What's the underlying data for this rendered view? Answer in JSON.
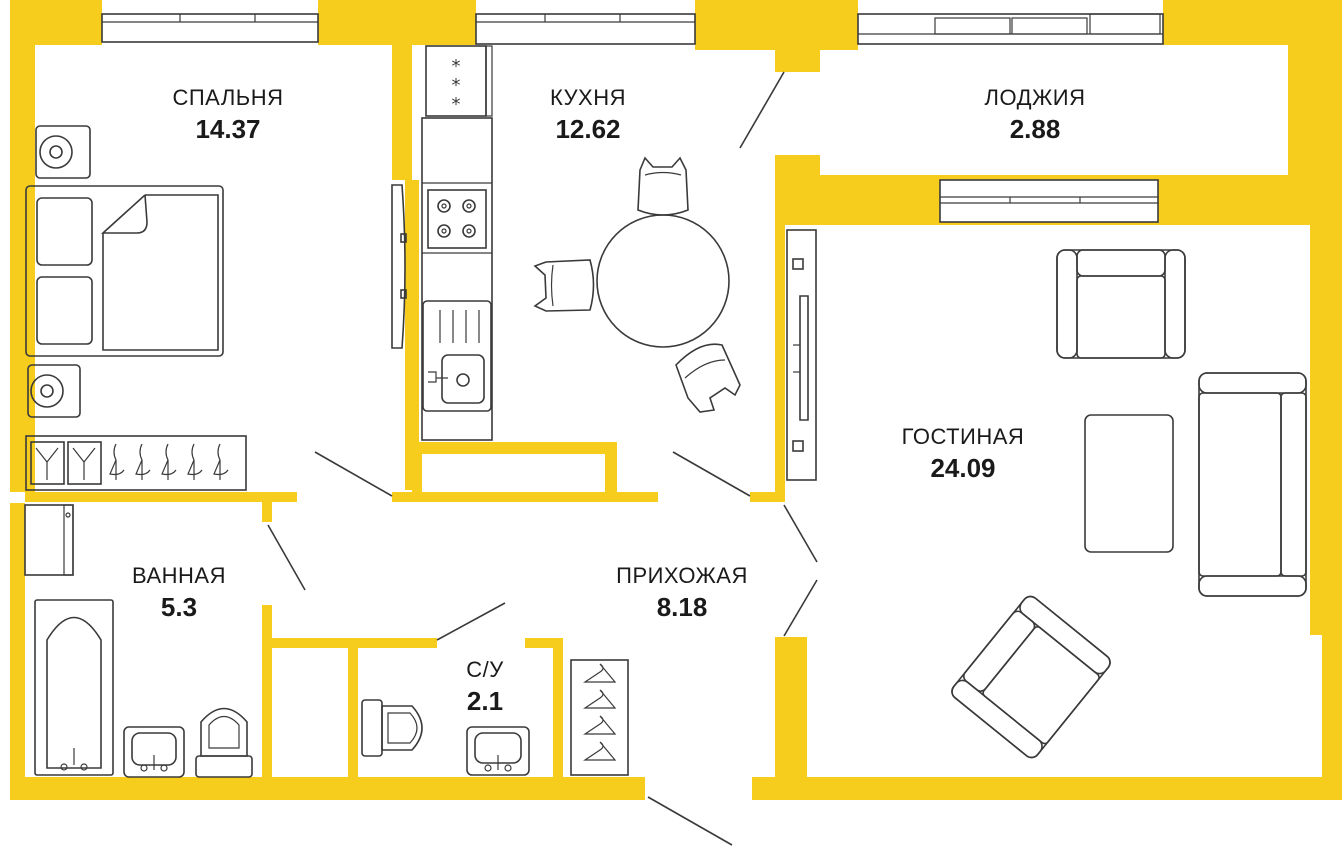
{
  "colors": {
    "wall": "#f6cc1d",
    "line": "#3a3a3a",
    "background": "#ffffff"
  },
  "rooms": {
    "bedroom": {
      "name": "СПАЛЬНЯ",
      "area": "14.37"
    },
    "kitchen": {
      "name": "КУХНЯ",
      "area": "12.62"
    },
    "loggia": {
      "name": "ЛОДЖИЯ",
      "area": "2.88"
    },
    "living": {
      "name": "ГОСТИНАЯ",
      "area": "24.09"
    },
    "bathroom": {
      "name": "ВАННАЯ",
      "area": "5.3"
    },
    "hallway": {
      "name": "ПРИХОЖАЯ",
      "area": "8.18"
    },
    "wc": {
      "name": "С/У",
      "area": "2.1"
    }
  },
  "icons": [
    "bed-icon",
    "nightstand-icon",
    "wardrobe-icon",
    "stove-icon",
    "sink-icon",
    "table-icon",
    "chair-icon",
    "armchair-icon",
    "sofa-icon",
    "bathtub-icon",
    "toilet-icon",
    "tv-unit-icon",
    "window-icon",
    "door-icon",
    "hanger-icon"
  ]
}
